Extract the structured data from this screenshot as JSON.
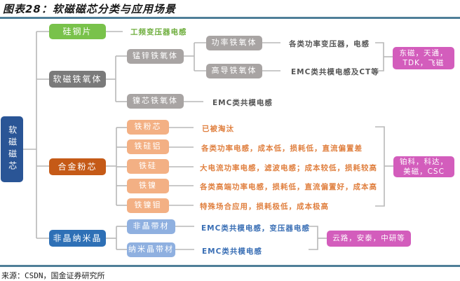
{
  "title": "图表28：软磁磁芯分类与应用场景",
  "source": "来源：CSDN，国金证券研究所",
  "colors": {
    "root": "#2a5596",
    "silicon_steel": "#79c24b",
    "ferrite": "#7a7a7a",
    "ferrite_sub": "#a8a4a3",
    "alloy": "#c55a17",
    "alloy_sub": "#f3b084",
    "amorphous": "#2e70b6",
    "amorphous_sub": "#8fb0e0",
    "vendor": "#d35dbc",
    "line": "#b8b8b8"
  },
  "root": {
    "label": "软磁磁芯"
  },
  "categories": {
    "silicon_steel": {
      "label": "硅钢片",
      "application": "工频变压器电感"
    },
    "ferrite": {
      "label": "软磁铁氧体",
      "mnzn": {
        "label": "锰锌铁氧体",
        "children": [
          {
            "label": "功率铁氧体",
            "application": "各类功率变压器，电感"
          },
          {
            "label": "高导铁氧体",
            "application": "EMC类共模电感及CT等"
          }
        ],
        "vendors": "东磁，天通，TDK，飞磁"
      },
      "nizn": {
        "label": "镍芯铁氧体",
        "application": "EMC类共模电感"
      }
    },
    "alloy": {
      "label": "合金粉芯",
      "children": [
        {
          "label": "铁粉芯",
          "application": "已被淘汰"
        },
        {
          "label": "铁硅铝",
          "application": "各类功率电感，成本低，损耗低，直流偏置差"
        },
        {
          "label": "铁硅",
          "application": "大电流功率电感，滤波电感；成本较低，损耗较高"
        },
        {
          "label": "铁镍",
          "application": "各类高端功率电感，损耗低，直流偏置好，成本高"
        },
        {
          "label": "铁镍钼",
          "application": "特殊场合应用，损耗极低，成本极高"
        }
      ],
      "vendors": "铂科，科达，美磁，CSC"
    },
    "amorphous": {
      "label": "非晶纳米晶",
      "children": [
        {
          "label": "非晶带材",
          "application": "EMC类共模电感，变压器电感"
        },
        {
          "label": "纳米晶带材",
          "application": "EMC类共模电感"
        }
      ],
      "vendors": "云路，安泰，中研等"
    }
  }
}
